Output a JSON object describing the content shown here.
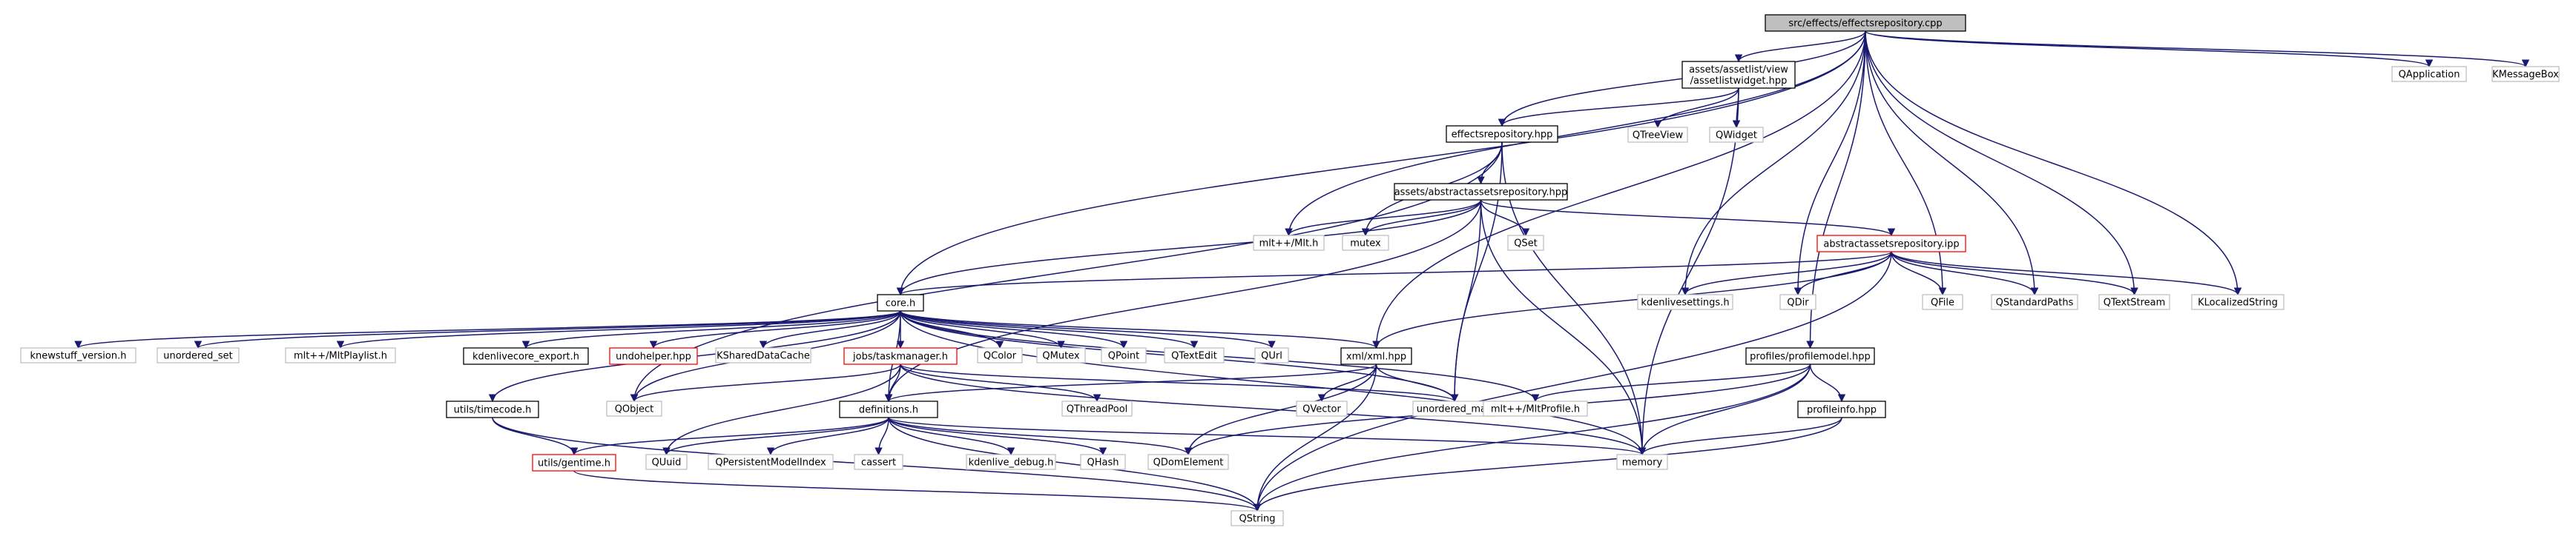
{
  "colors": {
    "edge": "#191970",
    "focus_fill": "#bfbfbf",
    "focus_border": "#000000",
    "documented_border": "#000000",
    "external_border": "#bfbfbf",
    "truncated_border": "#ff0000",
    "external_text": "#000000"
  },
  "nodes": [
    {
      "id": "root",
      "label": "src/effects/effectsrepository.cpp",
      "kind": "focus"
    },
    {
      "id": "alw",
      "label": "assets/assetlist/view\n/assetlistwidget.hpp",
      "kind": "documented"
    },
    {
      "id": "qapp",
      "label": "QApplication",
      "kind": "external"
    },
    {
      "id": "kmsg",
      "label": "KMessageBox",
      "kind": "external"
    },
    {
      "id": "effhpp",
      "label": "effectsrepository.hpp",
      "kind": "documented"
    },
    {
      "id": "qtreeview",
      "label": "QTreeView",
      "kind": "external"
    },
    {
      "id": "qwidget",
      "label": "QWidget",
      "kind": "external"
    },
    {
      "id": "abshpp",
      "label": "assets/abstractassetsrepository.hpp",
      "kind": "documented"
    },
    {
      "id": "mltmlt",
      "label": "mlt++/Mlt.h",
      "kind": "external"
    },
    {
      "id": "mutex",
      "label": "mutex",
      "kind": "external"
    },
    {
      "id": "qset",
      "label": "QSet",
      "kind": "external"
    },
    {
      "id": "absipp",
      "label": "abstractassetsrepository.ipp",
      "kind": "truncated"
    },
    {
      "id": "core",
      "label": "core.h",
      "kind": "documented"
    },
    {
      "id": "kdenset",
      "label": "kdenlivesettings.h",
      "kind": "external"
    },
    {
      "id": "qdir",
      "label": "QDir",
      "kind": "external"
    },
    {
      "id": "qfile",
      "label": "QFile",
      "kind": "external"
    },
    {
      "id": "qstdpaths",
      "label": "QStandardPaths",
      "kind": "external"
    },
    {
      "id": "qtextstream",
      "label": "QTextStream",
      "kind": "external"
    },
    {
      "id": "klocstr",
      "label": "KLocalizedString",
      "kind": "external"
    },
    {
      "id": "knewstuff",
      "label": "knewstuff_version.h",
      "kind": "external"
    },
    {
      "id": "unset",
      "label": "unordered_set",
      "kind": "external"
    },
    {
      "id": "mltplaylist",
      "label": "mlt++/MltPlaylist.h",
      "kind": "external"
    },
    {
      "id": "kcoreexp",
      "label": "kdenlivecore_export.h",
      "kind": "documented"
    },
    {
      "id": "undohelper",
      "label": "undohelper.hpp",
      "kind": "truncated"
    },
    {
      "id": "kshared",
      "label": "KSharedDataCache",
      "kind": "external"
    },
    {
      "id": "taskmgr",
      "label": "jobs/taskmanager.h",
      "kind": "truncated"
    },
    {
      "id": "qcolor",
      "label": "QColor",
      "kind": "external"
    },
    {
      "id": "qmutex",
      "label": "QMutex",
      "kind": "external"
    },
    {
      "id": "qpoint",
      "label": "QPoint",
      "kind": "external"
    },
    {
      "id": "qtextedit",
      "label": "QTextEdit",
      "kind": "external"
    },
    {
      "id": "qurl",
      "label": "QUrl",
      "kind": "external"
    },
    {
      "id": "xmlhpp",
      "label": "xml/xml.hpp",
      "kind": "documented"
    },
    {
      "id": "profmodel",
      "label": "profiles/profilemodel.hpp",
      "kind": "documented"
    },
    {
      "id": "timecode",
      "label": "utils/timecode.h",
      "kind": "documented"
    },
    {
      "id": "qobject",
      "label": "QObject",
      "kind": "external"
    },
    {
      "id": "defs",
      "label": "definitions.h",
      "kind": "documented"
    },
    {
      "id": "qthreadpool",
      "label": "QThreadPool",
      "kind": "external"
    },
    {
      "id": "qvector",
      "label": "QVector",
      "kind": "external"
    },
    {
      "id": "unmap",
      "label": "unordered_map",
      "kind": "external"
    },
    {
      "id": "mltprofile",
      "label": "mlt++/MltProfile.h",
      "kind": "external"
    },
    {
      "id": "profinfo",
      "label": "profileinfo.hpp",
      "kind": "documented"
    },
    {
      "id": "gentime",
      "label": "utils/gentime.h",
      "kind": "truncated"
    },
    {
      "id": "quuid",
      "label": "QUuid",
      "kind": "external"
    },
    {
      "id": "qpersist",
      "label": "QPersistentModelIndex",
      "kind": "external"
    },
    {
      "id": "cassert",
      "label": "cassert",
      "kind": "external"
    },
    {
      "id": "kdebug",
      "label": "kdenlive_debug.h",
      "kind": "external"
    },
    {
      "id": "qhash",
      "label": "QHash",
      "kind": "external"
    },
    {
      "id": "qdomel",
      "label": "QDomElement",
      "kind": "external"
    },
    {
      "id": "memory",
      "label": "memory",
      "kind": "external"
    },
    {
      "id": "qstring",
      "label": "QString",
      "kind": "external"
    }
  ],
  "edges": [
    [
      "root",
      "alw"
    ],
    [
      "root",
      "qapp"
    ],
    [
      "root",
      "kmsg"
    ],
    [
      "root",
      "effhpp"
    ],
    [
      "root",
      "core"
    ],
    [
      "root",
      "kdenset"
    ],
    [
      "root",
      "mltmlt"
    ],
    [
      "root",
      "xmlhpp"
    ],
    [
      "root",
      "qdir"
    ],
    [
      "root",
      "qfile"
    ],
    [
      "root",
      "qstdpaths"
    ],
    [
      "root",
      "qtextstream"
    ],
    [
      "root",
      "klocstr"
    ],
    [
      "root",
      "profmodel"
    ],
    [
      "alw",
      "effhpp"
    ],
    [
      "alw",
      "qtreeview"
    ],
    [
      "alw",
      "qwidget"
    ],
    [
      "alw",
      "memory"
    ],
    [
      "effhpp",
      "abshpp"
    ],
    [
      "effhpp",
      "mutex"
    ],
    [
      "effhpp",
      "memory"
    ],
    [
      "effhpp",
      "unmap"
    ],
    [
      "effhpp",
      "qobject"
    ],
    [
      "abshpp",
      "absipp"
    ],
    [
      "abshpp",
      "mltmlt"
    ],
    [
      "abshpp",
      "mutex"
    ],
    [
      "abshpp",
      "qset"
    ],
    [
      "abshpp",
      "memory"
    ],
    [
      "abshpp",
      "unmap"
    ],
    [
      "abshpp",
      "core"
    ],
    [
      "abshpp",
      "defs"
    ],
    [
      "absipp",
      "core"
    ],
    [
      "absipp",
      "kdenset"
    ],
    [
      "absipp",
      "qdir"
    ],
    [
      "absipp",
      "qfile"
    ],
    [
      "absipp",
      "qstdpaths"
    ],
    [
      "absipp",
      "qtextstream"
    ],
    [
      "absipp",
      "klocstr"
    ],
    [
      "absipp",
      "xmlhpp"
    ],
    [
      "absipp",
      "qstring"
    ],
    [
      "core",
      "knewstuff"
    ],
    [
      "core",
      "unset"
    ],
    [
      "core",
      "mltplaylist"
    ],
    [
      "core",
      "kcoreexp"
    ],
    [
      "core",
      "undohelper"
    ],
    [
      "core",
      "kshared"
    ],
    [
      "core",
      "taskmgr"
    ],
    [
      "core",
      "qcolor"
    ],
    [
      "core",
      "qmutex"
    ],
    [
      "core",
      "qpoint"
    ],
    [
      "core",
      "qtextedit"
    ],
    [
      "core",
      "qurl"
    ],
    [
      "core",
      "xmlhpp"
    ],
    [
      "core",
      "timecode"
    ],
    [
      "core",
      "qobject"
    ],
    [
      "core",
      "defs"
    ],
    [
      "core",
      "mltprofile"
    ],
    [
      "core",
      "unmap"
    ],
    [
      "core",
      "memory"
    ],
    [
      "taskmgr",
      "defs"
    ],
    [
      "taskmgr",
      "qthreadpool"
    ],
    [
      "taskmgr",
      "qobject"
    ],
    [
      "taskmgr",
      "quuid"
    ],
    [
      "taskmgr",
      "unmap"
    ],
    [
      "taskmgr",
      "memory"
    ],
    [
      "xmlhpp",
      "qvector"
    ],
    [
      "xmlhpp",
      "unmap"
    ],
    [
      "xmlhpp",
      "qdomel"
    ],
    [
      "xmlhpp",
      "qstring"
    ],
    [
      "xmlhpp",
      "defs"
    ],
    [
      "profmodel",
      "profinfo"
    ],
    [
      "profmodel",
      "mltprofile"
    ],
    [
      "profmodel",
      "memory"
    ],
    [
      "profmodel",
      "qdomel"
    ],
    [
      "profmodel",
      "qstring"
    ],
    [
      "profinfo",
      "memory"
    ],
    [
      "profinfo",
      "qstring"
    ],
    [
      "timecode",
      "gentime"
    ],
    [
      "timecode",
      "qstring"
    ],
    [
      "defs",
      "gentime"
    ],
    [
      "defs",
      "quuid"
    ],
    [
      "defs",
      "qpersist"
    ],
    [
      "defs",
      "cassert"
    ],
    [
      "defs",
      "kdebug"
    ],
    [
      "defs",
      "qhash"
    ],
    [
      "defs",
      "qdomel"
    ],
    [
      "defs",
      "memory"
    ],
    [
      "defs",
      "qstring"
    ],
    [
      "gentime",
      "qstring"
    ]
  ]
}
